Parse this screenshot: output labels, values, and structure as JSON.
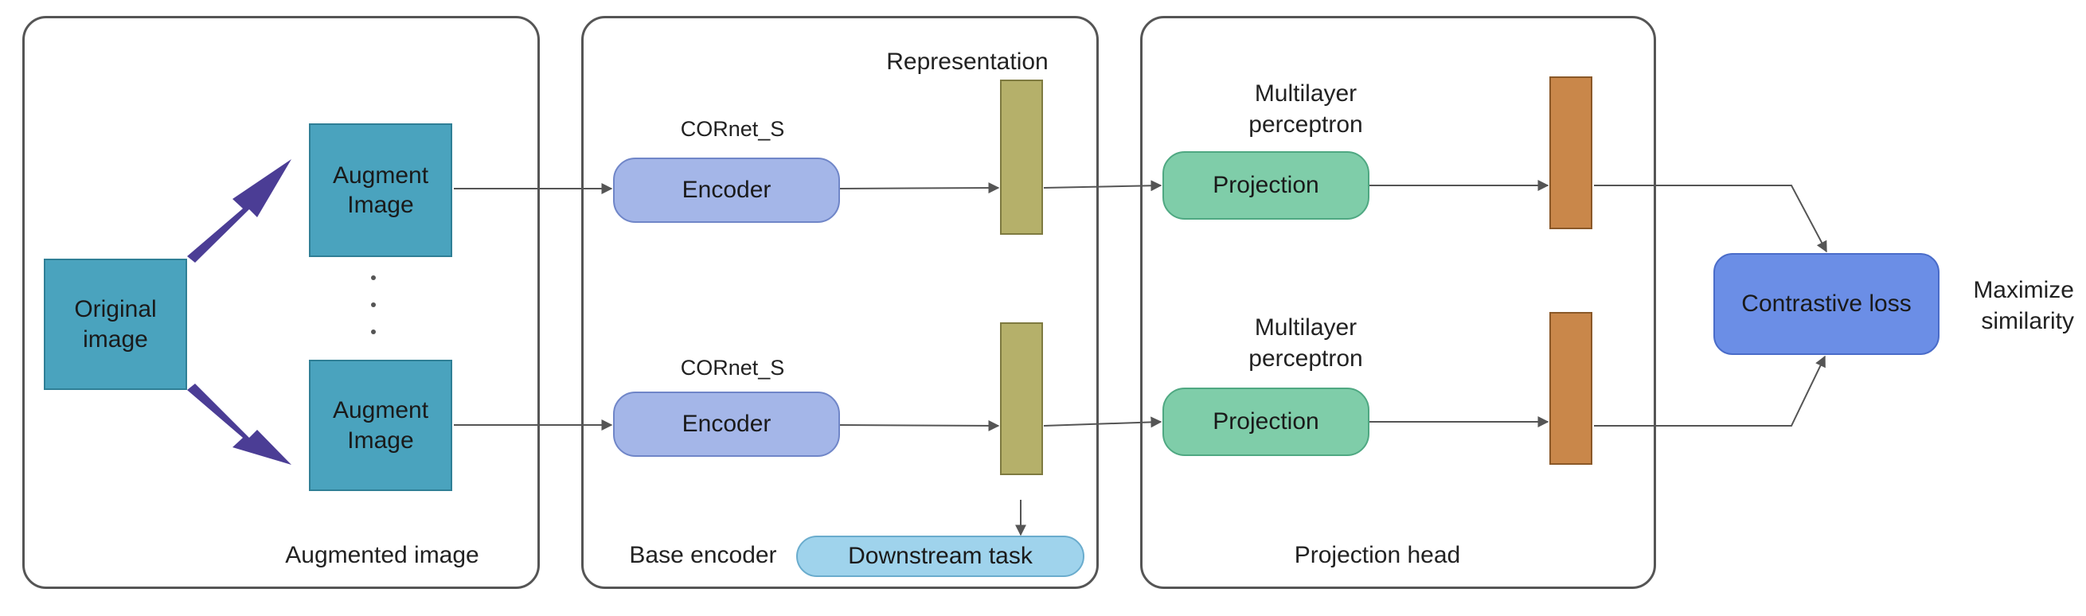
{
  "panels": {
    "augmented_title": "Augmented image",
    "base_title": "Base encoder",
    "projection_title": "Projection head"
  },
  "nodes": {
    "original": "Original image",
    "augment_top": "Augment Image",
    "augment_bottom": "Augment Image",
    "encoder_top": "Encoder",
    "encoder_bottom": "Encoder",
    "encoder_top_label": "CORnet_S",
    "encoder_bottom_label": "CORnet_S",
    "representation_label": "Representation",
    "downstream": "Downstream task",
    "projection_top": "Projection",
    "projection_bottom": "Projection",
    "mlp_top_label": "Multilayer perceptron",
    "mlp_bottom_label": "Multilayer perceptron",
    "contrastive_loss": "Contrastive loss",
    "maximize_label": "Maximize similarity"
  },
  "colors": {
    "augment_fill": "#4aa3be",
    "encoder_fill": "#a4b6e8",
    "projection_fill": "#7fcda9",
    "loss_fill": "#6b8ee6",
    "downstream_fill": "#9fd3ec",
    "representation_fill": "#b5b06a",
    "projection_vector_fill": "#c9874a",
    "big_arrow_fill": "#4b3d95"
  }
}
